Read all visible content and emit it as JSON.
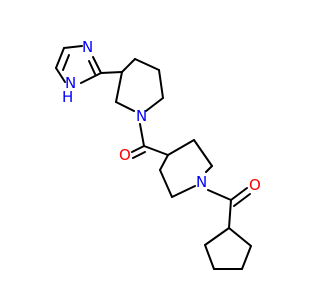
{
  "molecule": {
    "colors": {
      "bond": "#000000",
      "nitrogen": "#0000ff",
      "oxygen": "#ff0000",
      "background": "#ffffff"
    },
    "atoms": {
      "imidazole_n3": "N",
      "imidazole_n1": "N",
      "imidazole_nh_h": "H",
      "piperidine_a_n": "N",
      "carbonyl_o_1": "O",
      "piperidine_b_n": "N",
      "carbonyl_o_2": "O"
    }
  }
}
